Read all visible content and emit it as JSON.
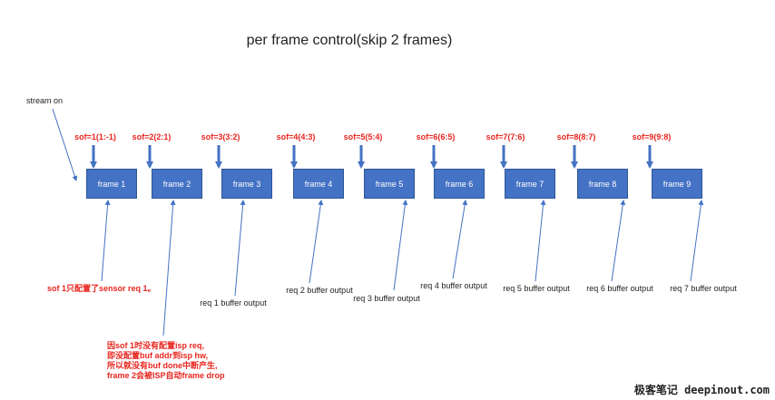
{
  "title": "per frame control(skip 2 frames)",
  "stream_on": "stream on",
  "sof_labels": [
    "sof=1(1:-1)",
    "sof=2(2:1)",
    "sof=3(3:2)",
    "sof=4(4:3)",
    "sof=5(5:4)",
    "sof=6(6:5)",
    "sof=7(7:6)",
    "sof=8(8:7)",
    "sof=9(9:8)"
  ],
  "frames": [
    "frame 1",
    "frame 2",
    "frame 3",
    "frame 4",
    "frame 5",
    "frame 6",
    "frame 7",
    "frame 8",
    "frame 9"
  ],
  "req_labels": [
    "req 1 buffer output",
    "req 2 buffer output",
    "req 3 buffer output",
    "req 4 buffer output",
    "req 5 buffer output",
    "req 6 buffer output",
    "req 7 buffer output"
  ],
  "note1": "sof 1只配置了sensor req 1。",
  "note2": [
    "因sof 1时没有配置isp req,",
    "即没配置buf addr到isp hw,",
    "所以就没有buf done中断产生,",
    "frame 2会被ISP自动frame drop"
  ],
  "watermark": "极客笔记 deepinout.com",
  "colors": {
    "frame_fill": "#4472c4",
    "arrow": "#4472c4",
    "sof_text": "#e8251f",
    "note_text": "#e8251f"
  }
}
